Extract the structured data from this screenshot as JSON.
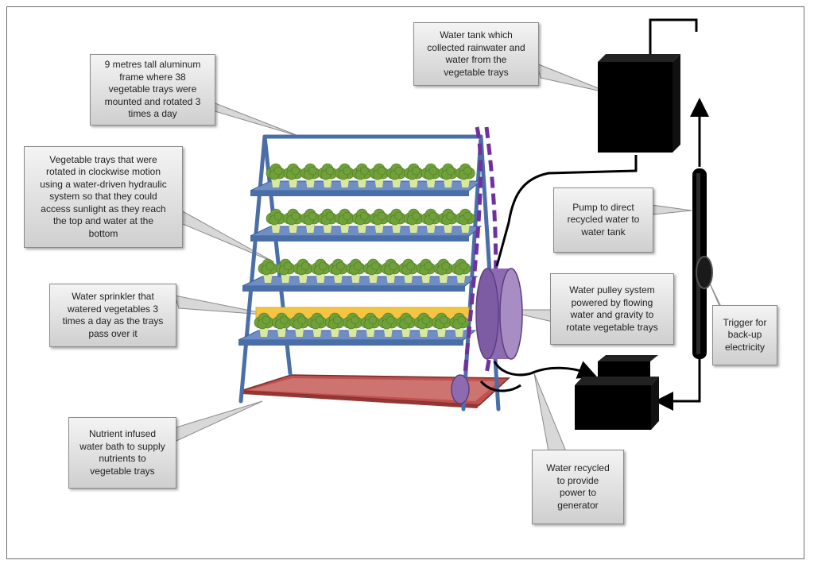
{
  "labels": {
    "frame": "9 metres tall aluminum\nframe where 38\nvegetable trays were\nmounted and rotated 3\ntimes a day",
    "trays": "Vegetable  trays that were\nrotated in clockwise motion\nusing a water-driven hydraulic\nsystem so that they could\naccess  sunlight as they reach\nthe top and water at the\nbottom",
    "sprinkler": "Water sprinkler that\nwatered vegetables  3\ntimes a day as the trays\npass over it",
    "bath": "Nutrient infused\nwater bath to supply\nnutrients  to\nvegetable trays",
    "tank": "Water tank  which\ncollected rainwater and\nwater from the\nvegetable trays",
    "pump": "Pump to direct\nrecycled water to\nwater tank",
    "pulley": "Water pulley system\npowered by flowing\nwater and gravity to\nrotate vegetable  trays",
    "trigger": "Trigger for\nback-up\nelectricity",
    "recycled": "Water recycled\nto provide\npower to\ngenerator"
  },
  "colors": {
    "frame": "#4a6fa8",
    "tray": "#6f8fc4",
    "lettuce": "#6fa03a",
    "pot": "#d9e7a0",
    "sprinkler": "#f4c542",
    "bath": "#c0504d",
    "chain": "#7030a0",
    "pulley": "#8e6bb0",
    "machine": "#000000"
  }
}
